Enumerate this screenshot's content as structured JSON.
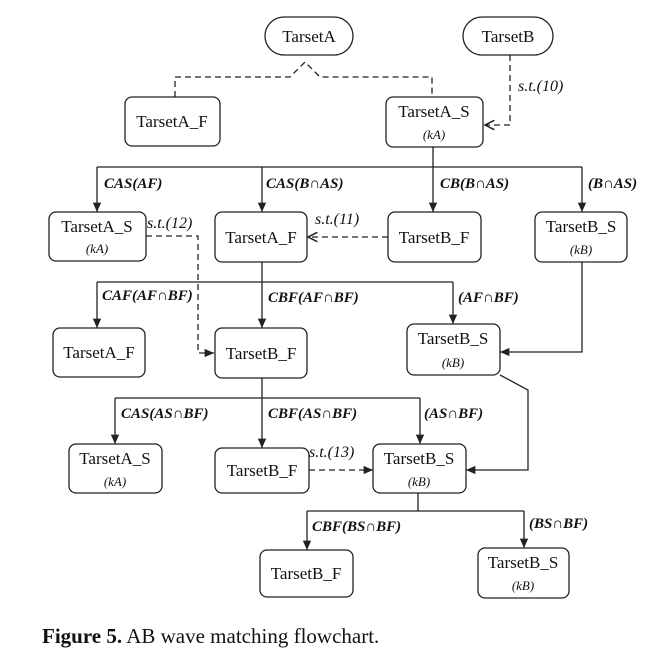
{
  "nodes": {
    "tarsetA_root": {
      "label": "TarsetA"
    },
    "tarsetB_root": {
      "label": "TarsetB"
    },
    "tarsetA_F_1": {
      "label": "TarsetA_F"
    },
    "tarsetA_S_1": {
      "label": "TarsetA_S",
      "sub": "(kA)"
    },
    "tarsetA_S_2": {
      "label": "TarsetA_S",
      "sub": "(kA)"
    },
    "tarsetA_F_2": {
      "label": "TarsetA_F"
    },
    "tarsetB_F_1": {
      "label": "TarsetB_F"
    },
    "tarsetB_S_1": {
      "label": "TarsetB_S",
      "sub": "(kB)"
    },
    "tarsetA_F_3": {
      "label": "TarsetA_F"
    },
    "tarsetB_F_2": {
      "label": "TarsetB_F"
    },
    "tarsetB_S_2": {
      "label": "TarsetB_S",
      "sub": "(kB)"
    },
    "tarsetA_S_3": {
      "label": "TarsetA_S",
      "sub": "(kA)"
    },
    "tarsetB_F_3": {
      "label": "TarsetB_F"
    },
    "tarsetB_S_3": {
      "label": "TarsetB_S",
      "sub": "(kB)"
    },
    "tarsetB_F_4": {
      "label": "TarsetB_F"
    },
    "tarsetB_S_4": {
      "label": "TarsetB_S",
      "sub": "(kB)"
    }
  },
  "edge_labels": {
    "st10": "s.t.(10)",
    "st11": "s.t.(11)",
    "st12": "s.t.(12)",
    "st13": "s.t.(13)",
    "c_as_af": "CAS(AF)",
    "c_as_b_as": "CAS(B∩AS)",
    "c_b_b_as": "CB(B∩AS)",
    "b_as": "(B∩AS)",
    "c_af_af_bf": "CAF(AF∩BF)",
    "c_bf_af_bf": "CBF(AF∩BF)",
    "af_bf": "(AF∩BF)",
    "c_as_as_bf": "CAS(AS∩BF)",
    "c_bf_as_bf": "CBF(AS∩BF)",
    "as_bf": "(AS∩BF)",
    "c_bf_bs_bf": "CBF(BS∩BF)",
    "bs_bf": "(BS∩BF)"
  },
  "caption": {
    "figure": "Figure 5.",
    "text": "AB wave matching flowchart."
  }
}
